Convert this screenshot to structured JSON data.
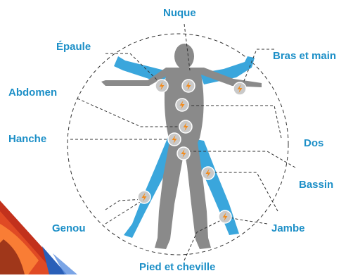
{
  "colors": {
    "label": "#1c8fc7",
    "body_gray": "#8a8a8a",
    "limb_blue": "#3aa6dc",
    "pain_circle": "#c9c9c9",
    "pain_bolt": "#f28c1e",
    "dash": "#333333"
  },
  "labels": {
    "nuque": "Nuque",
    "epaule": "Épaule",
    "bras_main": "Bras et main",
    "abdomen": "Abdomen",
    "hanche": "Hanche",
    "dos": "Dos",
    "bassin": "Bassin",
    "genou": "Genou",
    "jambe": "Jambe",
    "pied_cheville": "Pied et cheville"
  },
  "pain_point_icon": "lightning-bolt-icon",
  "pain_point_count": 10
}
